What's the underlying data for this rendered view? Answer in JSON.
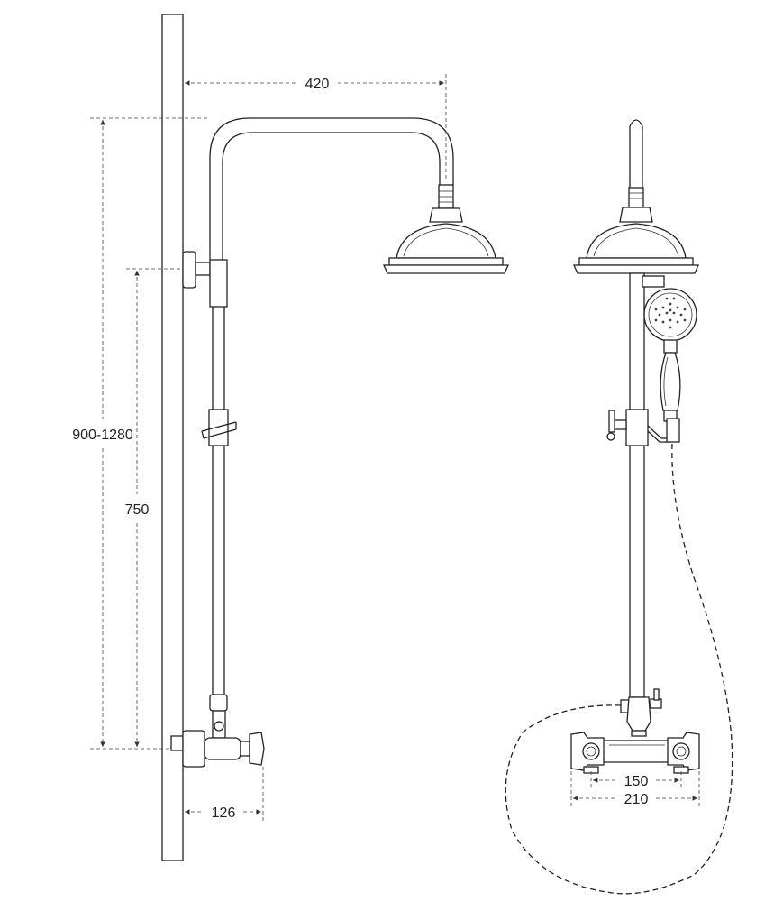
{
  "dimensions": {
    "arm_reach": "420",
    "height_range": "900-1280",
    "riser_height": "750",
    "wall_offset": "126",
    "inlet_centres": "150",
    "body_width": "210"
  },
  "colors": {
    "line": "#222222",
    "dimension": "#444444",
    "background": "#ffffff"
  }
}
